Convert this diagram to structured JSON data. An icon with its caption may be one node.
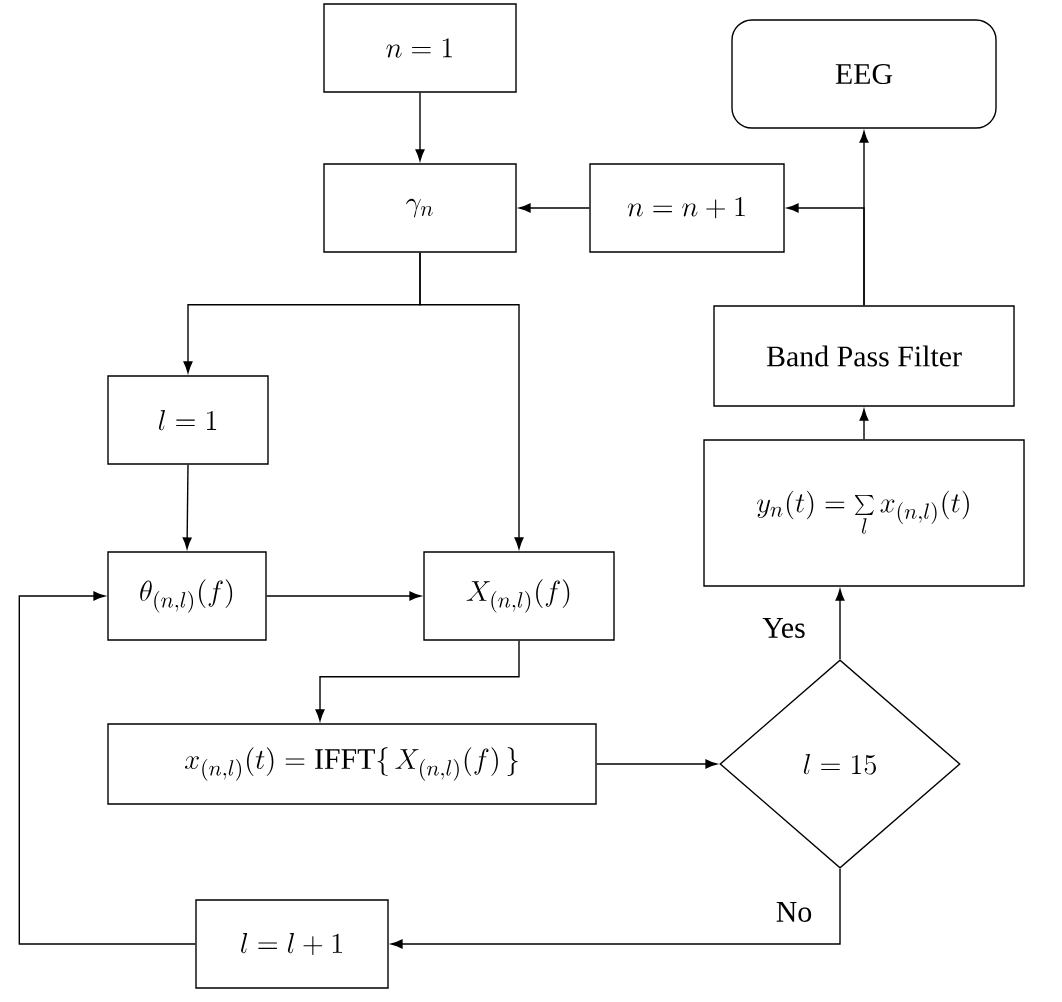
{
  "diagram": {
    "nodes": [
      {
        "text": [
          "n = 1"
        ]
      },
      {
        "text": [
          "\\gamma_n"
        ]
      },
      {
        "text": [
          "n = n + 1"
        ]
      },
      {
        "text": [
          "EEG"
        ]
      },
      {
        "text": [
          "l = 1"
        ]
      },
      {
        "text": [
          "Band Pass Filter"
        ]
      },
      {
        "text": [
          "y_n(t) = \\sum\\limits_l x_{(n,l)}(t)"
        ]
      },
      {
        "text": [
          "\\theta_{(n,l)}(f)"
        ]
      },
      {
        "text": [
          "X_{(n,l)}(f)"
        ]
      },
      {
        "text": [
          "x_{(n,l)}(t) = \\mathrm{IFFT}\\{\\, X_{(n,l)}(f) \\,\\}"
        ]
      },
      {
        "text": [
          "l = 15"
        ]
      },
      {
        "text": [
          "l = l + 1"
        ]
      }
    ],
    "edges": [
      {
        "from": 0,
        "to": 1,
        "arrow": "to"
      },
      {
        "from": 1,
        "to": 4,
        "arrow": "to"
      },
      {
        "from": 1,
        "to": 8,
        "arrow": "to"
      },
      {
        "from": 4,
        "to": 7,
        "arrow": "to"
      },
      {
        "from": 7,
        "to": 8,
        "arrow": "to"
      },
      {
        "from": 8,
        "to": 9,
        "arrow": "to"
      },
      {
        "from": 9,
        "to": 10,
        "arrow": "to"
      },
      {
        "from": 10,
        "to": 6,
        "arrow": "to",
        "label": "Yes"
      },
      {
        "from": 10,
        "to": 11,
        "arrow": "to",
        "label": "No"
      },
      {
        "from": 11,
        "to": 7,
        "arrow": "to"
      },
      {
        "from": 6,
        "to": 5,
        "arrow": "to"
      },
      {
        "from": 5,
        "to": 3,
        "arrow": "to"
      },
      {
        "from": 5,
        "to": 2,
        "arrow": "to"
      },
      {
        "from": 2,
        "to": 1,
        "arrow": "to"
      }
    ]
  }
}
